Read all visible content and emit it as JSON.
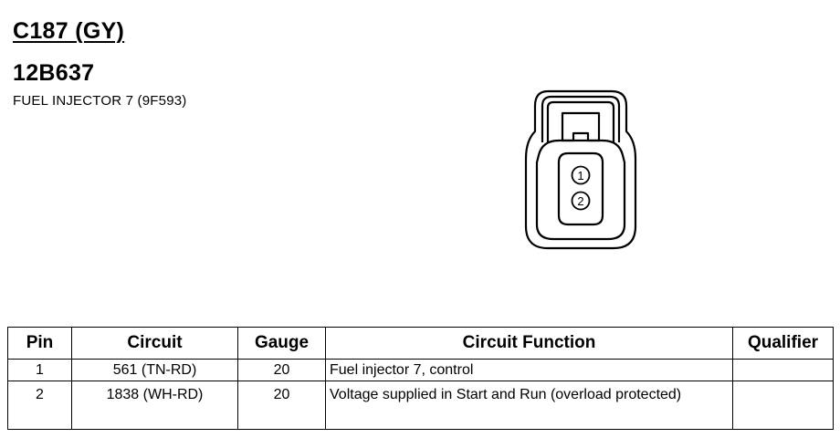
{
  "connector": {
    "id": "C187 (GY)",
    "part_number": "12B637",
    "description": "FUEL INJECTOR 7 (9F593)",
    "pin_markers": [
      "1",
      "2"
    ]
  },
  "table": {
    "headers": {
      "pin": "Pin",
      "circuit": "Circuit",
      "gauge": "Gauge",
      "function": "Circuit Function",
      "qualifier": "Qualifier"
    },
    "rows": [
      {
        "pin": "1",
        "circuit": "561 (TN-RD)",
        "gauge": "20",
        "function": "Fuel injector 7, control",
        "qualifier": ""
      },
      {
        "pin": "2",
        "circuit": "1838 (WH-RD)",
        "gauge": "20",
        "function": "Voltage supplied in Start and Run (overload protected)",
        "qualifier": ""
      }
    ]
  }
}
